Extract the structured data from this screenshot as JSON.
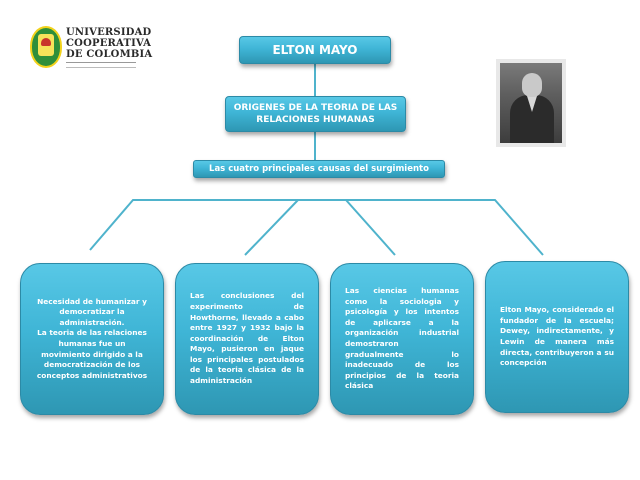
{
  "logo": {
    "lines": [
      "UNIVERSIDAD",
      "COOPERATIVA",
      "DE COLOMBIA"
    ]
  },
  "diagram": {
    "title": "ELTON MAYO",
    "origins": {
      "line1": "ORIGENES DE LA TEORIA DE LAS",
      "line2": "RELACIONES HUMANAS"
    },
    "causes_header": "Las cuatro principales causas del surgimiento",
    "causes": [
      {
        "text": "Necesidad de humanizar y democratizar la administración. La teoria de las relaciones humanas fue un movimiento dirigido a la democratización de los conceptos administrativos"
      },
      {
        "text": "Las conclusiones del experimento de Howthorne, llevado a cabo entre 1927 y 1932 bajo la coordinación de Elton Mayo, pusieron en jaque los principales postulados de la teoria clásica de la administración"
      },
      {
        "text": "Las ciencias humanas como la sociologia y psicología y los intentos de aplicarse a la organización industrial demostraron gradualmente lo inadecuado de los principios de la teoria clásica"
      },
      {
        "text": "Elton Mayo, considerado el fundador de la escuela; Dewey, indirectamente, y Lewin de manera más directa, contribuyeron a su concepción"
      }
    ],
    "card1_lines": [
      "Necesidad de humanizar y",
      "democratizar la",
      "administración.",
      "La teoria de las relaciones",
      "humanas fue un",
      "movimiento dirigido a la",
      "democratización de los",
      "conceptos administrativos"
    ]
  },
  "photo": {
    "subject": "Elton Mayo portrait"
  },
  "colors": {
    "box_top": "#58c8e6",
    "box_bottom": "#2e97b3",
    "connector": "#4fb3cc",
    "text": "#ffffff"
  }
}
